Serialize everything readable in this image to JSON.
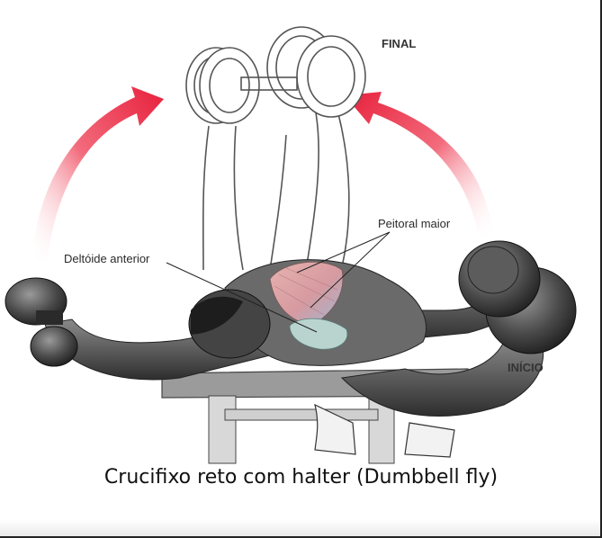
{
  "labels": {
    "final": "FINAL",
    "inicio": "INÍCIO",
    "peitoral_maior": "Peitoral maior",
    "deltoide_anterior": "Deltóide anterior"
  },
  "caption": "Crucifixo reto com halter (Dumbbell fly)",
  "colors": {
    "arrow": "#e8344a",
    "muscle_pectoral": "#d9a5a8",
    "muscle_deltoid": "#a8c7c5",
    "skin_shadow": "#5a5a5a",
    "outline": "#444444"
  }
}
